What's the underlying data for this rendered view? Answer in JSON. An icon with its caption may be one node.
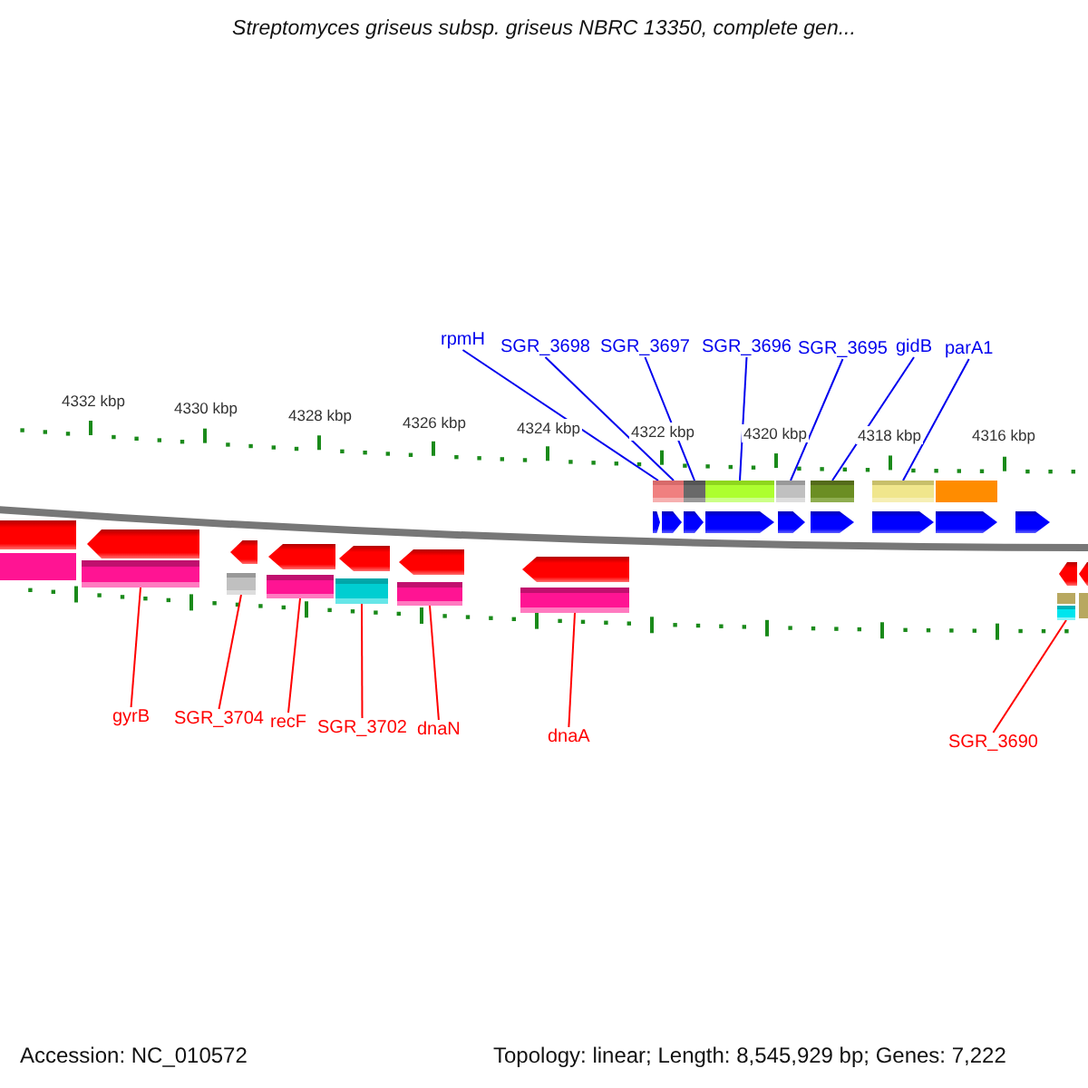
{
  "diagram": {
    "title": "Streptomyces griseus subsp. griseus NBRC 13350, complete gen...",
    "nodes": [
      {
        "text": [
          "rpmH"
        ]
      },
      {
        "text": [
          "SGR_3698"
        ]
      },
      {
        "text": [
          "SGR_3697"
        ]
      },
      {
        "text": [
          "SGR_3696"
        ]
      },
      {
        "text": [
          "SGR_3695"
        ]
      },
      {
        "text": [
          "gidB"
        ]
      },
      {
        "text": [
          "parA1"
        ]
      },
      {
        "text": [
          "gyrB"
        ]
      },
      {
        "text": [
          "SGR_3704"
        ]
      },
      {
        "text": [
          "recF"
        ]
      },
      {
        "text": [
          "SGR_3702"
        ]
      },
      {
        "text": [
          "dnaN"
        ]
      },
      {
        "text": [
          "dnaA"
        ]
      },
      {
        "text": [
          "SGR_3690"
        ]
      },
      {
        "text": [],
        "shape": "box"
      },
      {
        "text": [],
        "shape": "box"
      },
      {
        "text": [],
        "shape": "box"
      },
      {
        "text": [],
        "shape": "box"
      },
      {
        "text": [],
        "shape": "box"
      },
      {
        "text": [],
        "shape": "box"
      },
      {
        "text": [],
        "shape": "box"
      },
      {
        "text": [],
        "shape": "box"
      },
      {
        "text": [],
        "shape": "box"
      },
      {
        "text": [],
        "shape": "box"
      },
      {
        "text": [],
        "shape": "box"
      },
      {
        "text": [],
        "shape": "box"
      },
      {
        "text": [],
        "shape": "box"
      },
      {
        "text": [],
        "shape": "box"
      }
    ],
    "edges": [
      {
        "from": 0,
        "to": 14,
        "arrow": "none",
        "color": "#0000ee"
      },
      {
        "from": 1,
        "to": 15,
        "arrow": "none",
        "color": "#0000ee"
      },
      {
        "from": 2,
        "to": 16,
        "arrow": "none",
        "color": "#0000ee"
      },
      {
        "from": 3,
        "to": 17,
        "arrow": "none",
        "color": "#0000ee"
      },
      {
        "from": 4,
        "to": 18,
        "arrow": "none",
        "color": "#0000ee"
      },
      {
        "from": 5,
        "to": 19,
        "arrow": "none",
        "color": "#0000ee"
      },
      {
        "from": 6,
        "to": 20,
        "arrow": "none",
        "color": "#0000ee"
      },
      {
        "from": 7,
        "to": 21,
        "arrow": "none",
        "color": "#ff0000"
      },
      {
        "from": 8,
        "to": 22,
        "arrow": "none",
        "color": "#ff0000"
      },
      {
        "from": 9,
        "to": 23,
        "arrow": "none",
        "color": "#ff0000"
      },
      {
        "from": 10,
        "to": 24,
        "arrow": "none",
        "color": "#ff0000"
      },
      {
        "from": 11,
        "to": 25,
        "arrow": "none",
        "color": "#ff0000"
      },
      {
        "from": 12,
        "to": 26,
        "arrow": "none",
        "color": "#ff0000"
      },
      {
        "from": 13,
        "to": 27,
        "arrow": "none",
        "color": "#ff0000"
      }
    ],
    "labels": [
      "4332 kbp",
      "4330 kbp",
      "4328 kbp",
      "4326 kbp",
      "4324 kbp",
      "4322 kbp",
      "4320 kbp",
      "4318 kbp",
      "4316 kbp",
      "Accession: NC_010572",
      "Topology: linear; Length: 8,545,929 bp; Genes: 7,222"
    ]
  }
}
